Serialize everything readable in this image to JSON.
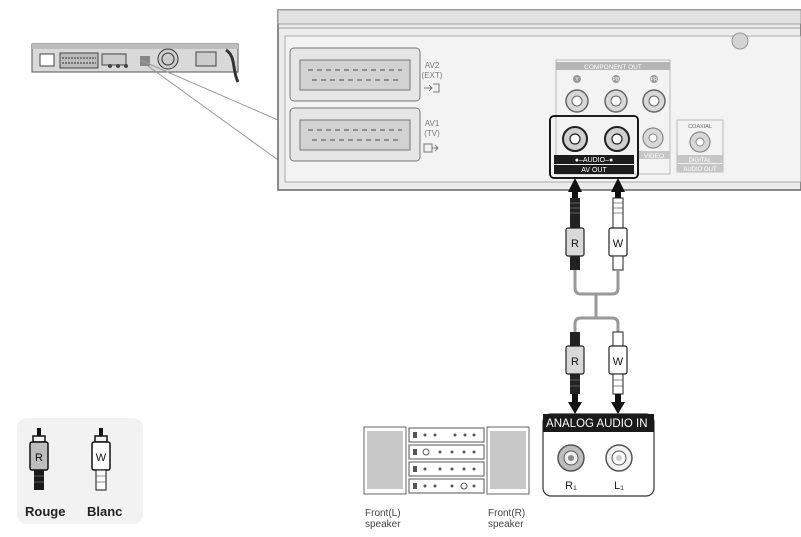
{
  "back_panel": {
    "av2_lines": [
      "AV2",
      "(EXT)"
    ],
    "av1_lines": [
      "AV1",
      "(TV)"
    ],
    "component_out": "COMPONENT OUT",
    "component_jacks": [
      "Y",
      "PB",
      "PR"
    ],
    "audio_label": "●–AUDIO–●",
    "av_out": "AV OUT",
    "video": "VIDEO",
    "coaxial": "COAXIAL",
    "digital": "DIGITAL",
    "audio_out": "AUDIO OUT"
  },
  "cables": {
    "red_plug": "R",
    "white_plug": "W"
  },
  "receiver": {
    "analog": "ANALOG",
    "audio_in": "AUDIO IN",
    "r_jack": "R₁",
    "l_jack": "L₁"
  },
  "speakers": {
    "front_left": [
      "Front(L)",
      "speaker"
    ],
    "front_right": [
      "Front(R)",
      "speaker"
    ]
  },
  "legend": {
    "red_plug": "R",
    "white_plug": "W",
    "rouge": "Rouge",
    "blanc": "Blanc"
  },
  "colors": {
    "panel": "#ececec",
    "panel_line": "#888888",
    "cable": "#1f1f1f",
    "arrow": "#111111"
  }
}
